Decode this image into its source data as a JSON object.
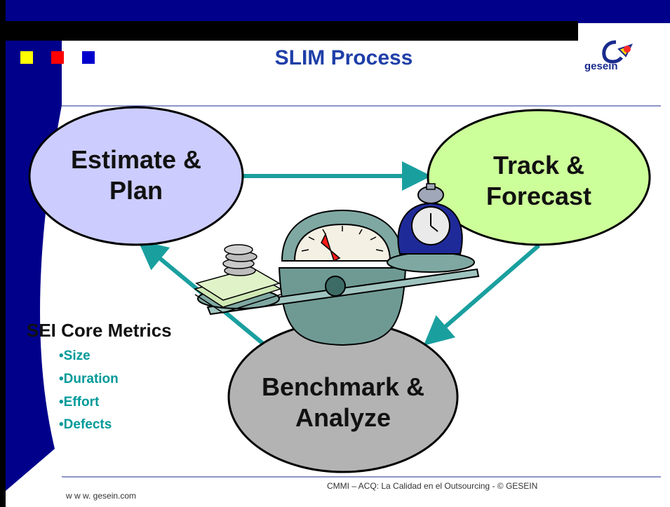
{
  "slide": {
    "title": "SLIM Process",
    "logo": {
      "text": "gesein",
      "icon": "gesein-logo-icon"
    },
    "nodes": {
      "estimate": {
        "line1": "Estimate &",
        "line2": "Plan",
        "fill": "#ccccff"
      },
      "track": {
        "line1": "Track &",
        "line2": "Forecast",
        "fill": "#ccff99"
      },
      "benchmark": {
        "line1": "Benchmark &",
        "line2": "Analyze",
        "fill": "#b3b3b3"
      }
    },
    "metrics": {
      "title": "SEI Core Metrics",
      "items": [
        "•Size",
        "•Duration",
        "•Effort",
        "•Defects"
      ]
    },
    "footer": {
      "url": "w w w. gesein.com",
      "copyright": "CMMI – ACQ: La Calidad en el Outsourcing - © GESEIN"
    },
    "colors": {
      "navy": "#00008b",
      "arrow": "#1a9f9f",
      "title": "#1f3fa8",
      "metric": "#009999",
      "square_yellow": "#ffff00",
      "square_red": "#ff0000",
      "square_blue": "#0000cc"
    }
  }
}
